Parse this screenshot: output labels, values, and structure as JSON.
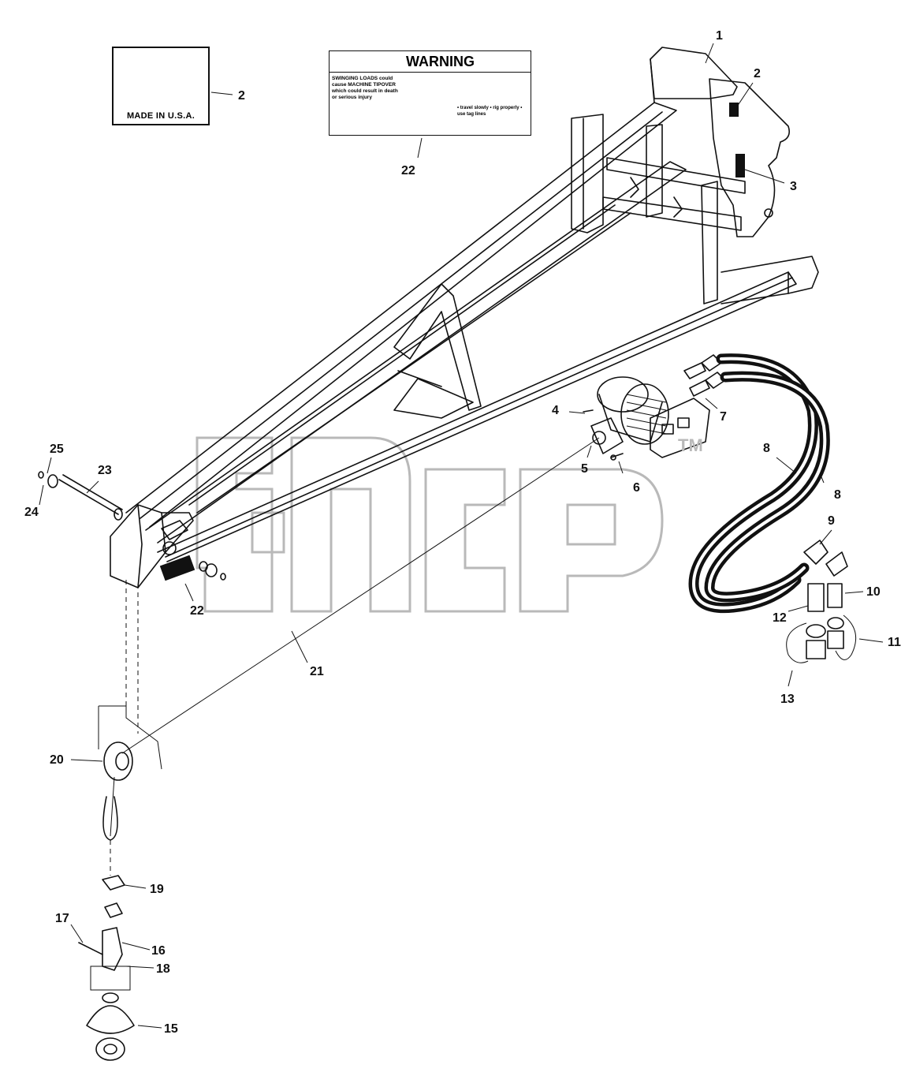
{
  "decals": {
    "made_in_usa": "MADE IN U.S.A.",
    "warning_header": "WARNING",
    "warning_text": "SWINGING LOADS could cause MACHINE TIPOVER which could result in death or serious injury",
    "warning_right_text": "• travel slowly • rig properly • use tag lines"
  },
  "watermark": {
    "tm": "TM"
  },
  "callouts": [
    {
      "id": "c1",
      "label": "1"
    },
    {
      "id": "c2a",
      "label": "2"
    },
    {
      "id": "c2b",
      "label": "2"
    },
    {
      "id": "c3",
      "label": "3"
    },
    {
      "id": "c4",
      "label": "4"
    },
    {
      "id": "c5",
      "label": "5"
    },
    {
      "id": "c6",
      "label": "6"
    },
    {
      "id": "c7",
      "label": "7"
    },
    {
      "id": "c8a",
      "label": "8"
    },
    {
      "id": "c8b",
      "label": "8"
    },
    {
      "id": "c9",
      "label": "9"
    },
    {
      "id": "c10",
      "label": "10"
    },
    {
      "id": "c11",
      "label": "11"
    },
    {
      "id": "c12",
      "label": "12"
    },
    {
      "id": "c13",
      "label": "13"
    },
    {
      "id": "c15",
      "label": "15"
    },
    {
      "id": "c16",
      "label": "16"
    },
    {
      "id": "c17",
      "label": "17"
    },
    {
      "id": "c18",
      "label": "18"
    },
    {
      "id": "c19",
      "label": "19"
    },
    {
      "id": "c20",
      "label": "20"
    },
    {
      "id": "c21",
      "label": "21"
    },
    {
      "id": "c22a",
      "label": "22"
    },
    {
      "id": "c22b",
      "label": "22"
    },
    {
      "id": "c23",
      "label": "23"
    },
    {
      "id": "c24",
      "label": "24"
    },
    {
      "id": "c25",
      "label": "25"
    }
  ]
}
